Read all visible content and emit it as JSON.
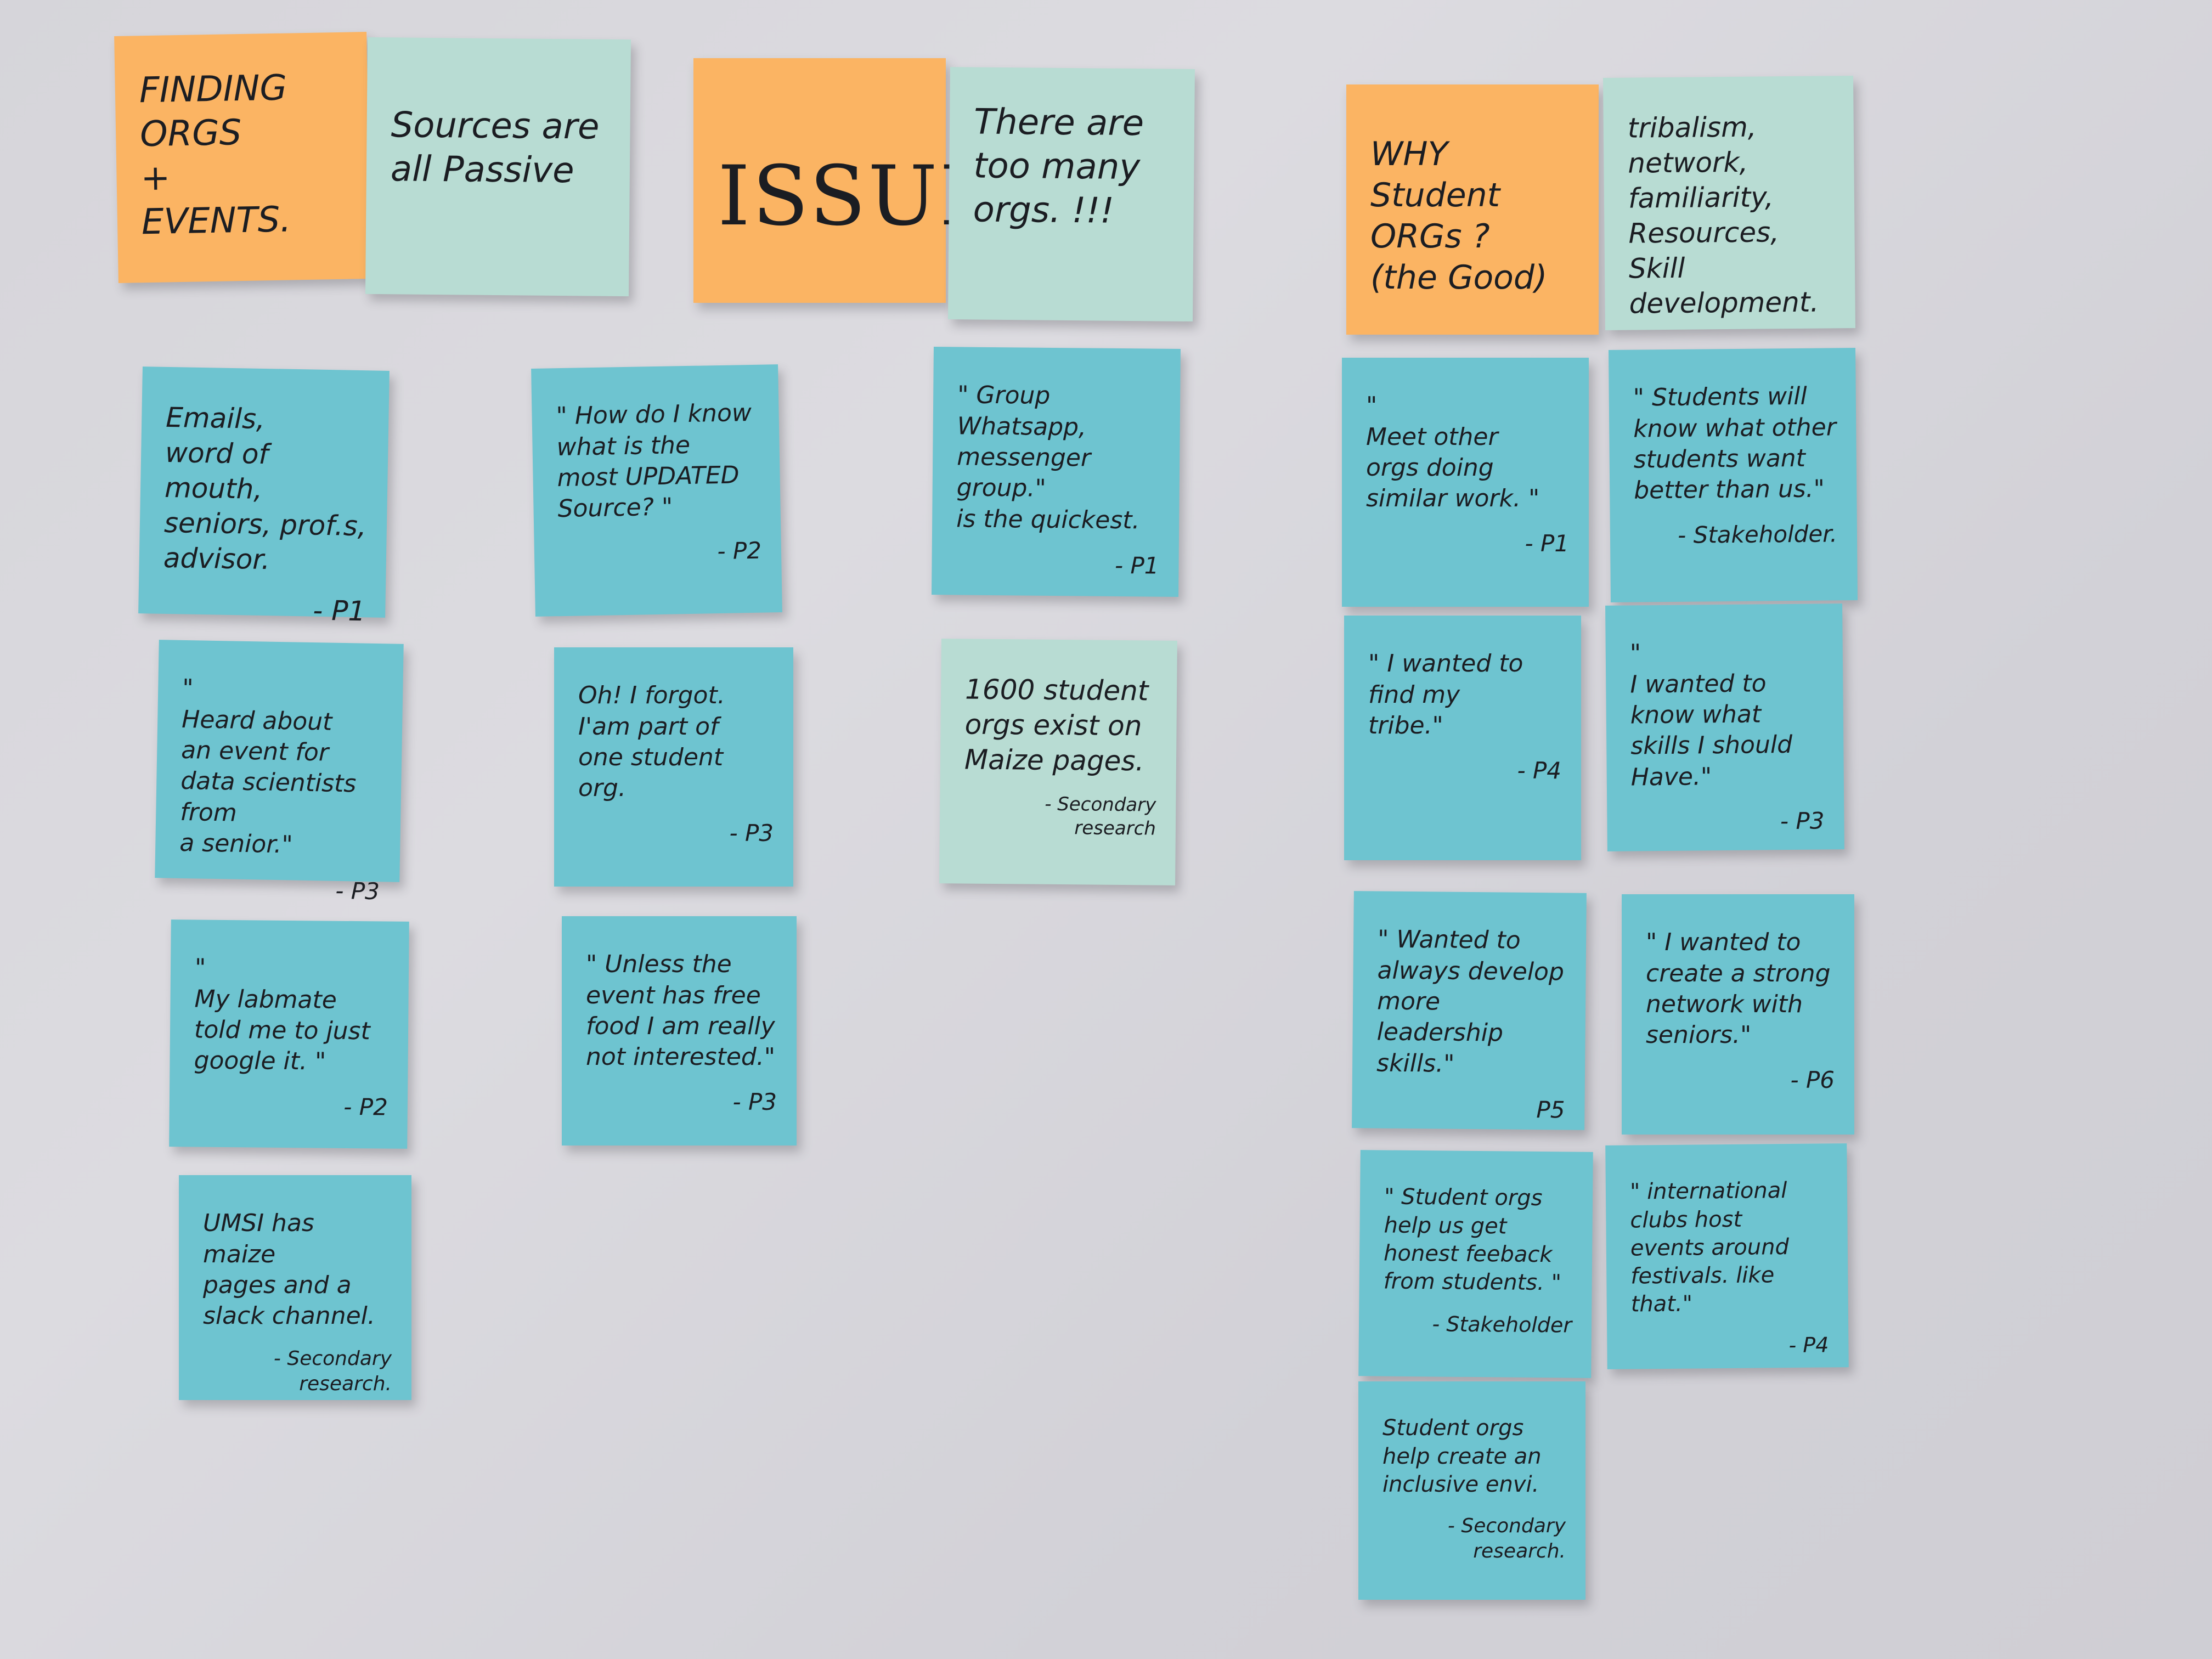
{
  "notes": [
    {
      "id": "finding",
      "color": "orange",
      "text": "FINDING\nORGS\n+\nEVENTS.",
      "sig": ""
    },
    {
      "id": "sources",
      "color": "mint",
      "text": "Sources are\nall Passive",
      "sig": ""
    },
    {
      "id": "issues",
      "color": "orange",
      "text": "ISSUES",
      "sig": ""
    },
    {
      "id": "too-many",
      "color": "mint",
      "text": "There are\ntoo many\norgs. !!!",
      "sig": ""
    },
    {
      "id": "why",
      "color": "orange",
      "text": "WHY Student\nORGs ?\n(the Good)",
      "sig": ""
    },
    {
      "id": "tribalism",
      "color": "mint",
      "text": "tribalism,\nnetwork,\nfamiliarity,\nResources,\nSkill development.",
      "sig": ""
    },
    {
      "id": "emails",
      "color": "teal",
      "text": "Emails,\nword of mouth,\nseniors, prof.s,\nadvisor.",
      "sig": "- P1"
    },
    {
      "id": "how-know",
      "color": "teal",
      "text": "\" How do I know\nwhat is the\nmost UPDATED\nSource? \"",
      "sig": "- P2"
    },
    {
      "id": "group-whatsapp",
      "color": "teal",
      "text": "\" Group Whatsapp,\nmessenger\ngroup.\"\nis the quickest.",
      "sig": "- P1"
    },
    {
      "id": "meet-other",
      "color": "teal",
      "text": "\"\nMeet other\norgs doing\nsimilar work. \"",
      "sig": "- P1"
    },
    {
      "id": "students-know",
      "color": "teal",
      "text": "\" Students will\nknow what other\nstudents want\nbetter than us.\"",
      "sig": "- Stakeholder."
    },
    {
      "id": "heard-about",
      "color": "teal",
      "text": "\"\nHeard about\nan event for\ndata scientists from\na senior.\"",
      "sig": "- P3"
    },
    {
      "id": "oh-forgot",
      "color": "teal",
      "text": "Oh! I forgot.\nI'am part of\none student\norg.",
      "sig": "- P3"
    },
    {
      "id": "1600",
      "color": "mint",
      "text": "1600 student\norgs exist on\nMaize pages.",
      "sig": "- Secondary research"
    },
    {
      "id": "find-tribe",
      "color": "teal",
      "text": "\" I wanted to\nfind my\ntribe.\"",
      "sig": "- P4"
    },
    {
      "id": "know-skills",
      "color": "teal",
      "text": "\"\nI wanted to\nknow what\nskills I should\nHave.\"",
      "sig": "- P3"
    },
    {
      "id": "labmate",
      "color": "teal",
      "text": "\"\nMy labmate\ntold me to just\ngoogle it. \"",
      "sig": "- P2"
    },
    {
      "id": "free-food",
      "color": "teal",
      "text": "\" Unless the\nevent has free\nfood I am really\nnot interested.\"",
      "sig": "- P3"
    },
    {
      "id": "leadership",
      "color": "teal",
      "text": "\" Wanted to\nalways develop\nmore leadership\nskills.\"",
      "sig": "P5"
    },
    {
      "id": "strong-network",
      "color": "teal",
      "text": "\" I wanted to\ncreate a strong\nnetwork with\nseniors.\"",
      "sig": "- P6"
    },
    {
      "id": "umsi",
      "color": "teal",
      "text": "UMSI has maize\npages and a\nslack channel.",
      "sig": "- Secondary\nresearch."
    },
    {
      "id": "honest-feedback",
      "color": "teal",
      "text": "\" Student orgs\nhelp us get\nhonest feeback\nfrom students. \"",
      "sig": "- Stakeholder"
    },
    {
      "id": "international",
      "color": "teal",
      "text": "\" international\nclubs host\nevents around\nfestivals. like\nthat.\"",
      "sig": "- P4"
    },
    {
      "id": "inclusive",
      "color": "teal",
      "text": "Student orgs\nhelp create an\ninclusive envi.",
      "sig": "- Secondary\nresearch."
    }
  ]
}
